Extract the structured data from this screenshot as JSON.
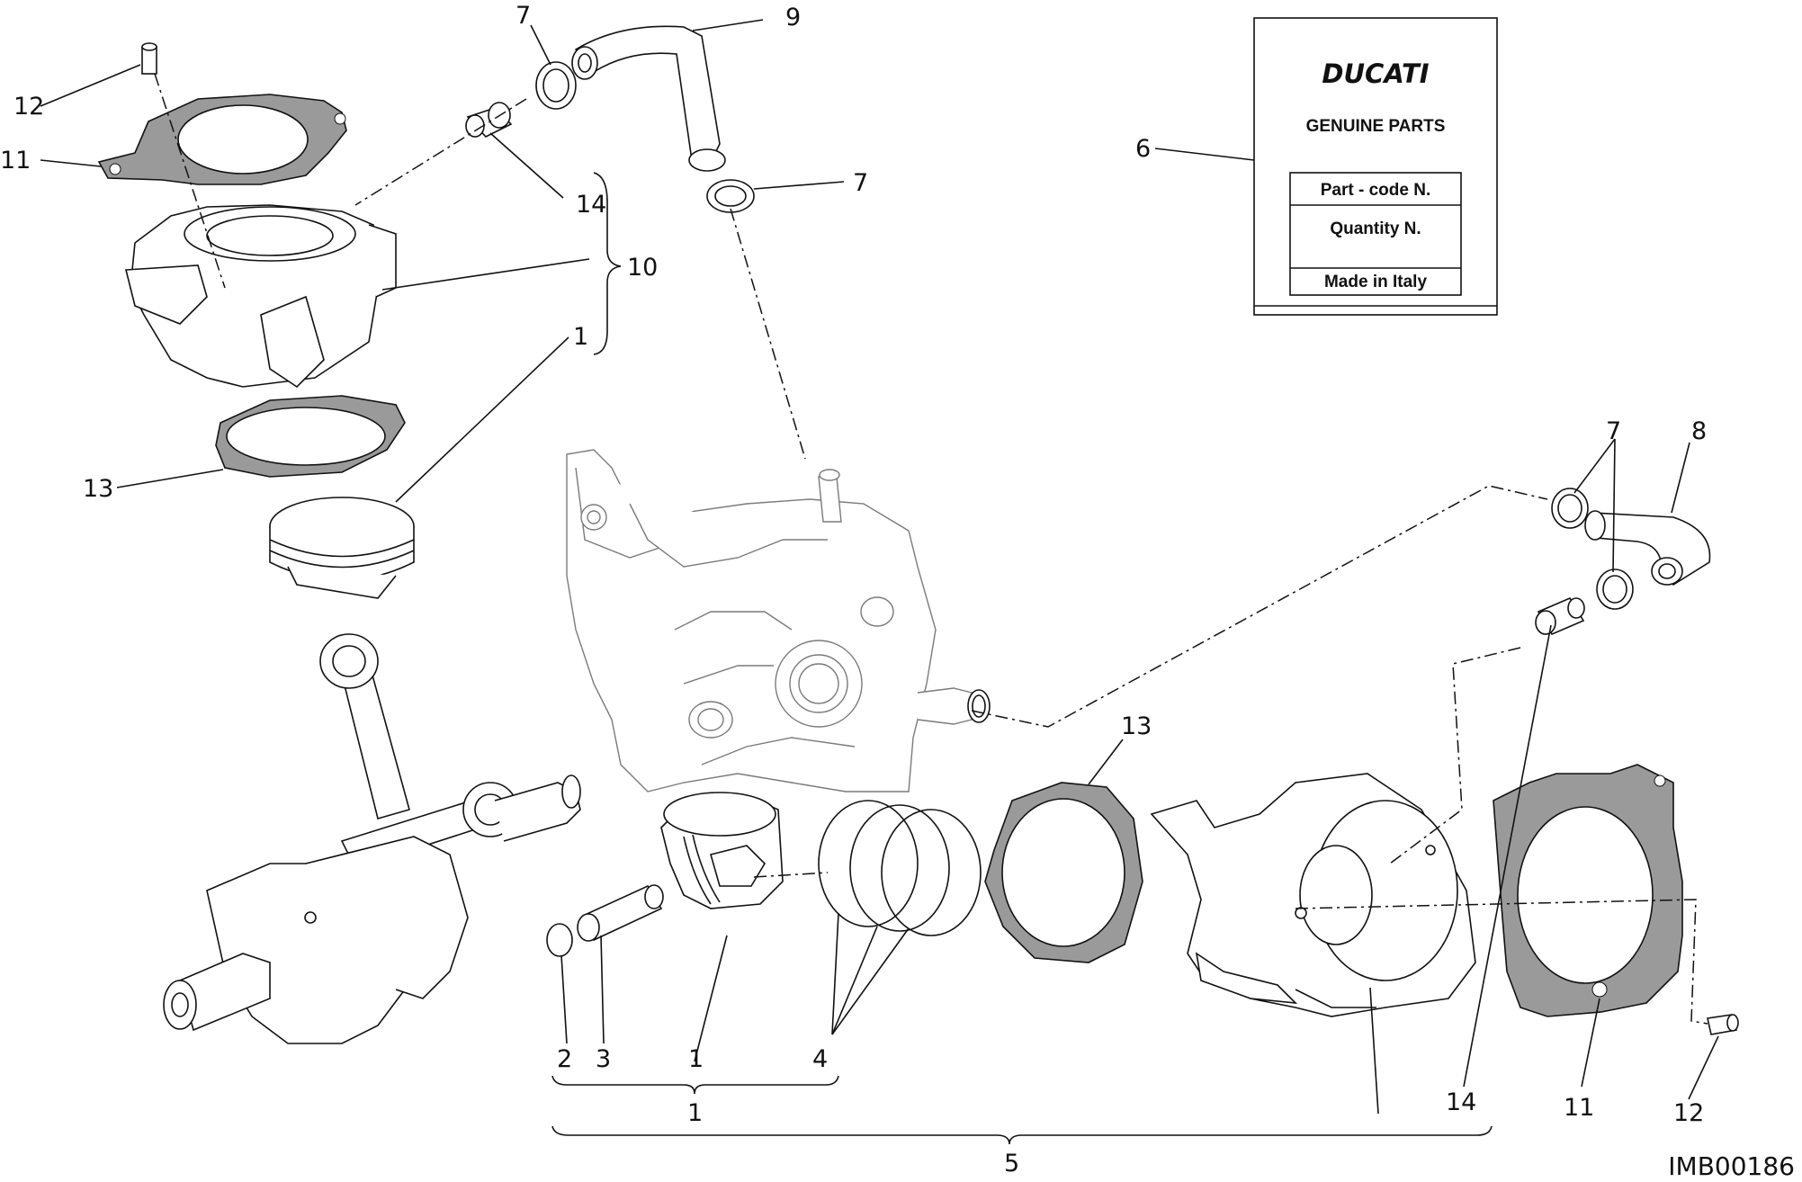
{
  "label_box": {
    "brand": "DUCATI",
    "title": "GENUINE PARTS",
    "rows": [
      "Part - code N.",
      "Quantity N.",
      "Made in Italy"
    ]
  },
  "callouts": [
    {
      "id": "c12a",
      "text": "12"
    },
    {
      "id": "c11a",
      "text": "11"
    },
    {
      "id": "c7a",
      "text": "7"
    },
    {
      "id": "c9",
      "text": "9"
    },
    {
      "id": "c14a",
      "text": "14"
    },
    {
      "id": "c7b",
      "text": "7"
    },
    {
      "id": "c10",
      "text": "10"
    },
    {
      "id": "c1a",
      "text": "1"
    },
    {
      "id": "c13a",
      "text": "13"
    },
    {
      "id": "c6",
      "text": "6"
    },
    {
      "id": "c7c",
      "text": "7"
    },
    {
      "id": "c8",
      "text": "8"
    },
    {
      "id": "c13b",
      "text": "13"
    },
    {
      "id": "c2",
      "text": "2"
    },
    {
      "id": "c3",
      "text": "3"
    },
    {
      "id": "c1b",
      "text": "1"
    },
    {
      "id": "c4",
      "text": "4"
    },
    {
      "id": "c1c",
      "text": "1"
    },
    {
      "id": "c5",
      "text": "5"
    },
    {
      "id": "c14b",
      "text": "14"
    },
    {
      "id": "c11b",
      "text": "11"
    },
    {
      "id": "c12b",
      "text": "12"
    }
  ],
  "drawing_code": "IMB00186"
}
